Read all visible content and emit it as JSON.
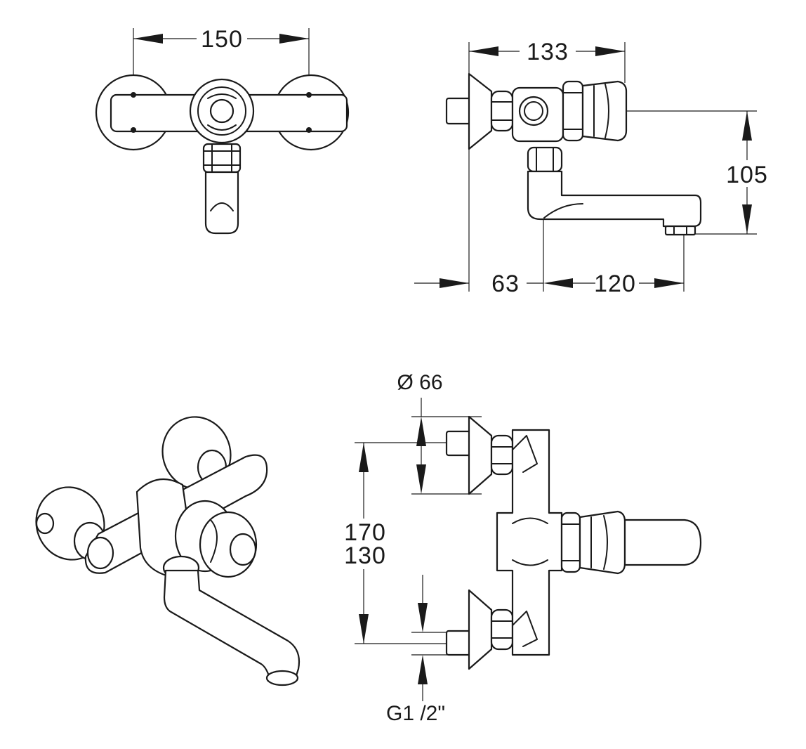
{
  "dimensions": {
    "width_150": "150",
    "depth_133": "133",
    "height_105": "105",
    "offset_63": "63",
    "spout_120": "120",
    "diameter": "Ø 66",
    "centers_170": "170",
    "centers_130": "130",
    "thread": "G1 /2\""
  },
  "colors": {
    "line": "#1a1a1a",
    "background": "#ffffff"
  }
}
